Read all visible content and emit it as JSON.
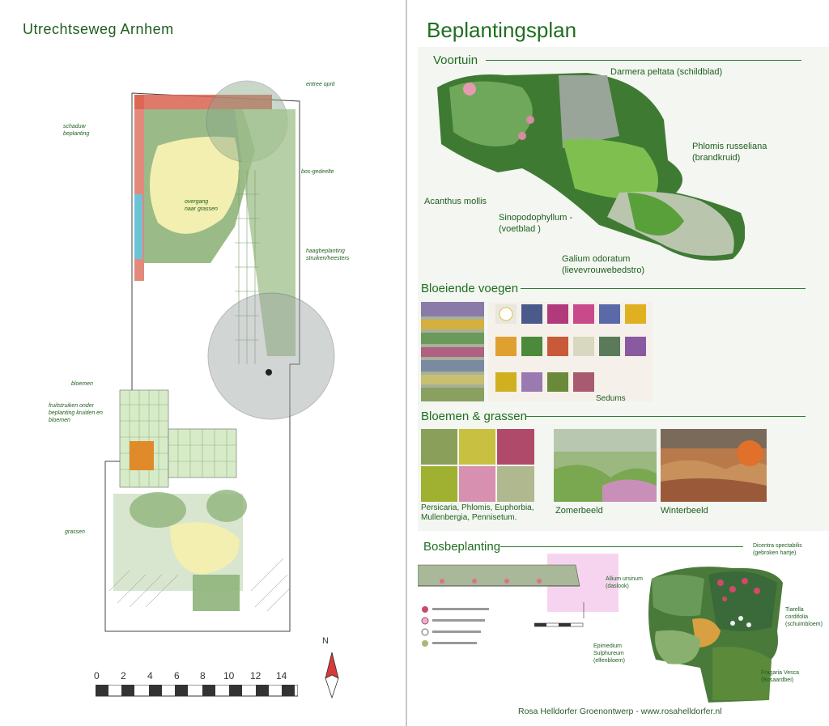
{
  "left": {
    "title": "Utrechtseweg  Arnhem",
    "annotations": {
      "entree": "entree oprit",
      "schaduw": "schaduw beplanting",
      "overgang": "overgang naar grassen",
      "bos": "bos-gedeelte",
      "haag": "haagbeplanting struiken/heesters",
      "fruit": "fruitstruiken onder beplanting kruiden en bloemen",
      "grassen": "grassen",
      "bloemen": "bloemen"
    },
    "scale_labels": [
      "0",
      "2",
      "4",
      "6",
      "8",
      "10",
      "12",
      "14"
    ],
    "north": "N"
  },
  "right": {
    "title": "Beplantingsplan",
    "voortuin": {
      "heading": "Voortuin",
      "darmera": "Darmera peltata (schildblad)",
      "phlomis": "Phlomis russeliana (brandkruid)",
      "acanthus": "Acanthus mollis",
      "sinopodophyllum": "Sinopodophyllum - (voetblad )",
      "galium": "Galium odoratum (lievevrouwebedstro)"
    },
    "bloeiende": {
      "heading": "Bloeiende voegen",
      "sedums": "Sedums"
    },
    "bloemen": {
      "heading": "Bloemen & grassen",
      "caption": "Persicaria, Phlomis, Euphorbia, Mullenbergia, Pennisetum.",
      "zomer": "Zomerbeeld",
      "winter": "Winterbeeld"
    },
    "bos": {
      "heading": "Bosbeplanting",
      "dicentra": "Dicentra spectabilis (gebroken hartje)",
      "allium": "Allium ursinum (daslook)",
      "tiarella": "Tiarella cordifolia (schuimbloem)",
      "epimedium": "Epimedium Sulphureum (elfenbloem)",
      "fragaria": "Fragaria Vesca (Bosaardbei)"
    },
    "footer": "Rosa Helldorfer Groenontwerp - www.rosahelldorfer.nl"
  },
  "colors": {
    "green_dark": "#1f6e1f",
    "sketch_green": "#8fb47a",
    "sketch_yellow": "#f2efb0",
    "brick": "#c9402e"
  }
}
